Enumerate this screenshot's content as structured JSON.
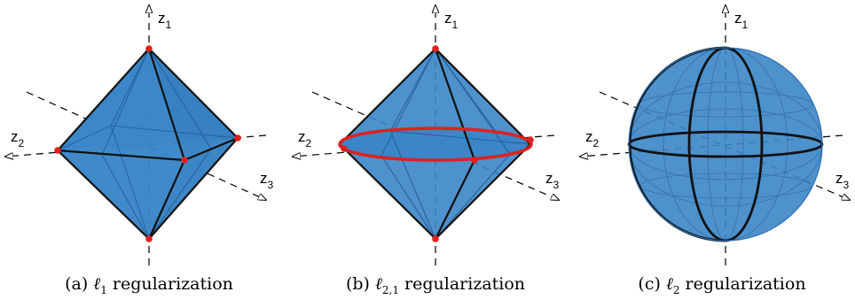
{
  "panels": [
    {
      "id": "a",
      "prefix": "(a) ",
      "ell": "ℓ",
      "sub": "1",
      "suffix": " regularization",
      "axes": {
        "z1": {
          "letter": "z",
          "sub": "1"
        },
        "z2": {
          "letter": "z",
          "sub": "2"
        },
        "z3": {
          "letter": "z",
          "sub": "3"
        }
      }
    },
    {
      "id": "b",
      "prefix": "(b) ",
      "ell": "ℓ",
      "sub": "2,1",
      "suffix": " regularization",
      "axes": {
        "z1": {
          "letter": "z",
          "sub": "1"
        },
        "z2": {
          "letter": "z",
          "sub": "2"
        },
        "z3": {
          "letter": "z",
          "sub": "3"
        }
      }
    },
    {
      "id": "c",
      "prefix": "(c) ",
      "ell": "ℓ",
      "sub": "2",
      "suffix": " regularization",
      "axes": {
        "z1": {
          "letter": "z",
          "sub": "1"
        },
        "z2": {
          "letter": "z",
          "sub": "2"
        },
        "z3": {
          "letter": "z",
          "sub": "3"
        }
      }
    }
  ],
  "colors": {
    "body": "#3a85c8",
    "body_dark": "#2d6fb0",
    "edge": "#111111",
    "vertex": "#e0211d",
    "ring": "#e0211d",
    "axis": "#000000"
  }
}
